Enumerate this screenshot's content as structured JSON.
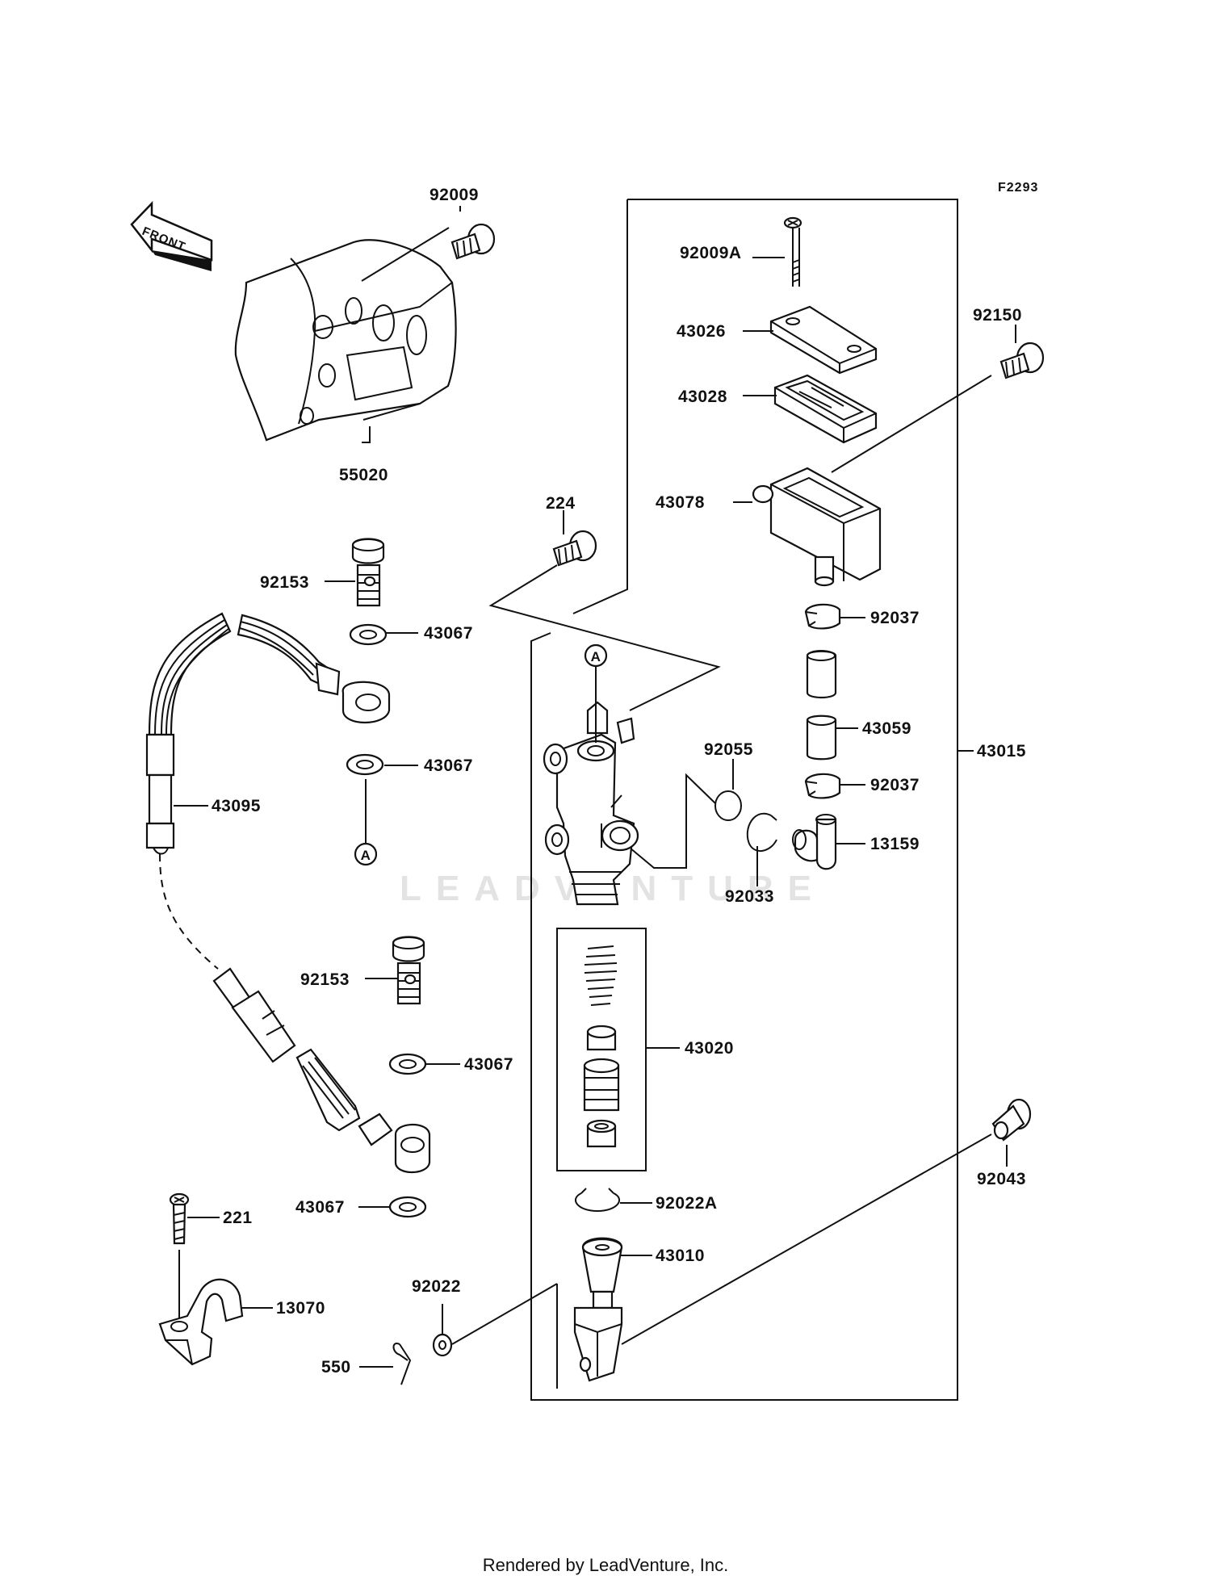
{
  "diagram_code": "F2293",
  "front_label": "FRONT",
  "watermark": "LEADVENTURE",
  "footer": "Rendered by LeadVenture, Inc.",
  "ref_a": "A",
  "part_labels": {
    "p92009": "92009",
    "p55020": "55020",
    "p92009A": "92009A",
    "p43026": "43026",
    "p92150": "92150",
    "p43028": "43028",
    "p224": "224",
    "p43078": "43078",
    "p92153_top": "92153",
    "p43067_1": "43067",
    "p92037_top": "92037",
    "p43059": "43059",
    "p43015": "43015",
    "p92055": "92055",
    "p43067_2": "43067",
    "p43095": "43095",
    "p92037_bot": "92037",
    "p13159": "13159",
    "p92033": "92033",
    "p92153_bot": "92153",
    "p43020": "43020",
    "p43067_3": "43067",
    "p92043": "92043",
    "p43067_4": "43067",
    "p92022A": "92022A",
    "p221": "221",
    "p43010": "43010",
    "p92022": "92022",
    "p13070": "13070",
    "p550": "550"
  }
}
